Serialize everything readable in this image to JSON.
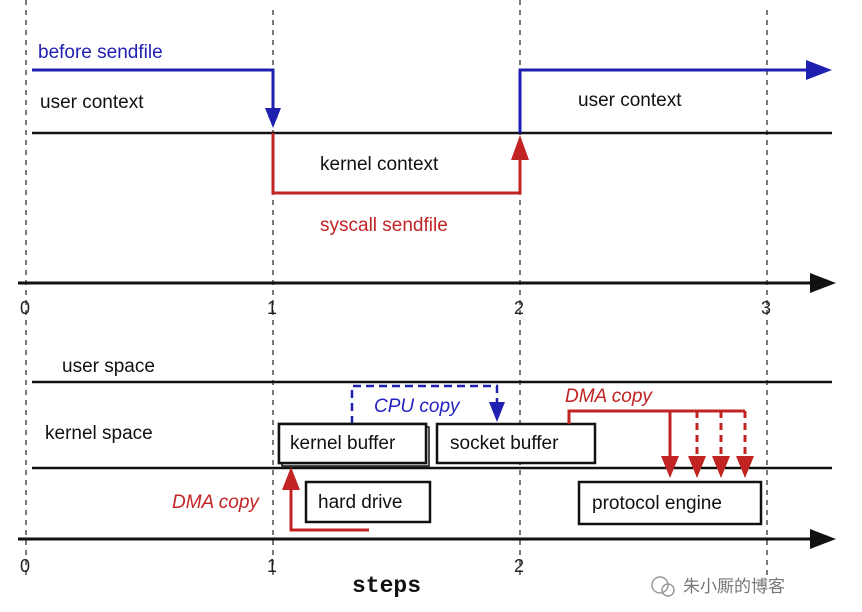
{
  "top": {
    "before_label": "before sendfile",
    "user_context_left": "user context",
    "user_context_right": "user context",
    "kernel_context": "kernel context",
    "syscall_label": "syscall sendfile"
  },
  "bottom": {
    "user_space": "user space",
    "kernel_space": "kernel space",
    "cpu_copy": "CPU copy",
    "dma_copy_top": "DMA copy",
    "dma_copy_left": "DMA copy",
    "kernel_buffer": "kernel buffer",
    "socket_buffer": "socket buffer",
    "hard_drive": "hard drive",
    "protocol_engine": "protocol engine"
  },
  "axis_top_ticks": [
    "0",
    "1",
    "2",
    "3"
  ],
  "axis_bottom_ticks": [
    "0",
    "1",
    "2"
  ],
  "axis_label": "steps",
  "watermark": "朱小厮的博客",
  "colors": {
    "blue": "#1f1fb0",
    "red": "#c22424",
    "black": "#111111"
  }
}
